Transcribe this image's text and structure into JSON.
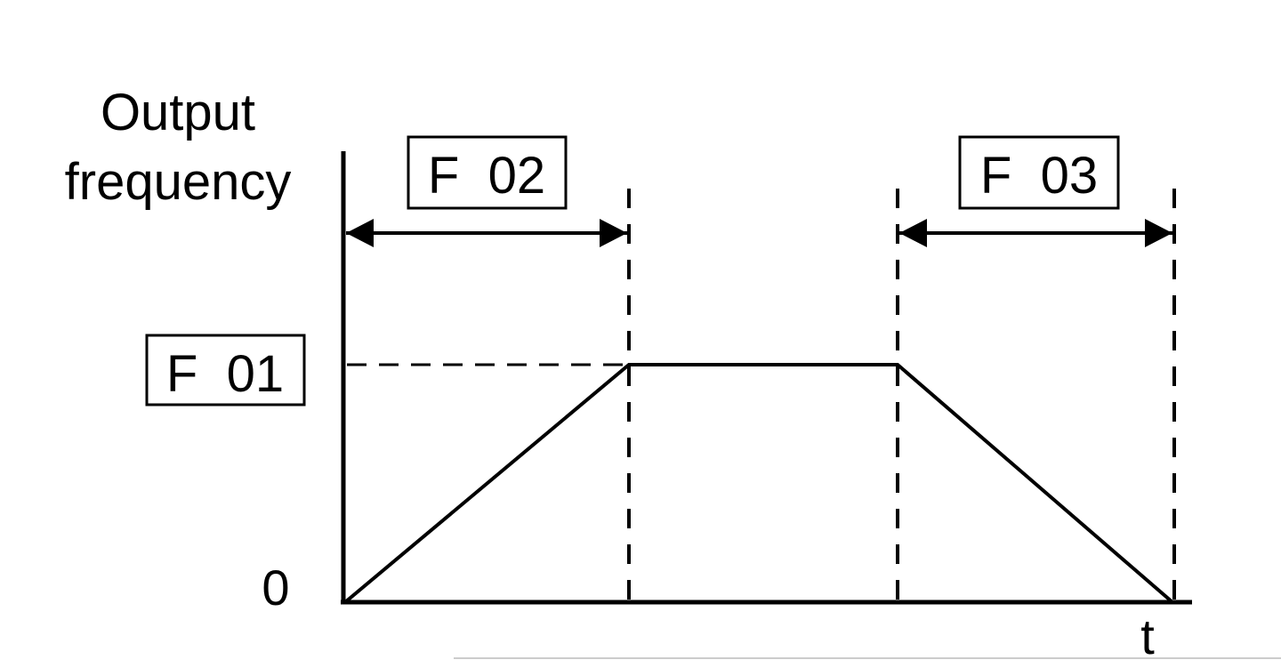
{
  "y_axis_label": {
    "line1": "Output",
    "line2": "frequency"
  },
  "x_axis_label": "t",
  "origin_label": "0",
  "parameters": {
    "max_frequency": "F  01",
    "accel_time": "F  02",
    "decel_time": "F  03"
  },
  "colors": {
    "line": "#000000",
    "background": "#ffffff"
  }
}
